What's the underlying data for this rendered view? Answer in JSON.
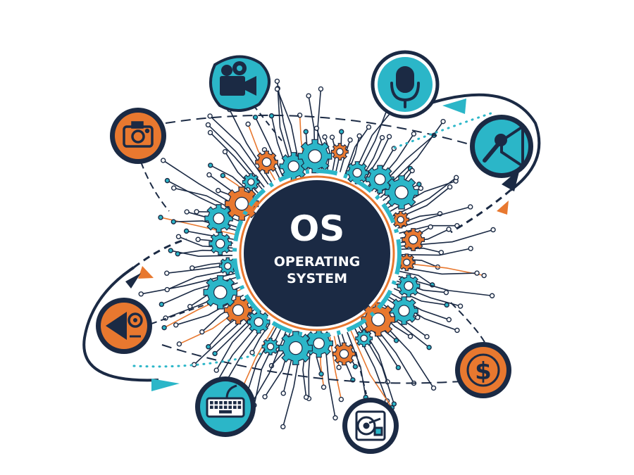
{
  "center": {
    "title": "OS",
    "line1": "OPERATING",
    "line2": "SYSTEM"
  },
  "colors": {
    "navy": "#1b2a44",
    "teal": "#2bb6c8",
    "orange": "#e8782f",
    "white": "#ffffff"
  },
  "nodes": [
    {
      "id": "video-camera",
      "icon": "video-camera-icon",
      "style": "teal-blob"
    },
    {
      "id": "microphone",
      "icon": "microphone-icon",
      "style": "teal"
    },
    {
      "id": "camera",
      "icon": "camera-icon",
      "style": "orange"
    },
    {
      "id": "speaker-mic",
      "icon": "speaker-microphone-icon",
      "style": "teal"
    },
    {
      "id": "media",
      "icon": "media-speaker-icon",
      "style": "orange"
    },
    {
      "id": "dollar",
      "icon": "dollar-icon",
      "style": "orange"
    },
    {
      "id": "keyboard",
      "icon": "keyboard-icon",
      "style": "teal"
    },
    {
      "id": "hard-drive",
      "icon": "hard-drive-icon",
      "style": "white"
    }
  ]
}
